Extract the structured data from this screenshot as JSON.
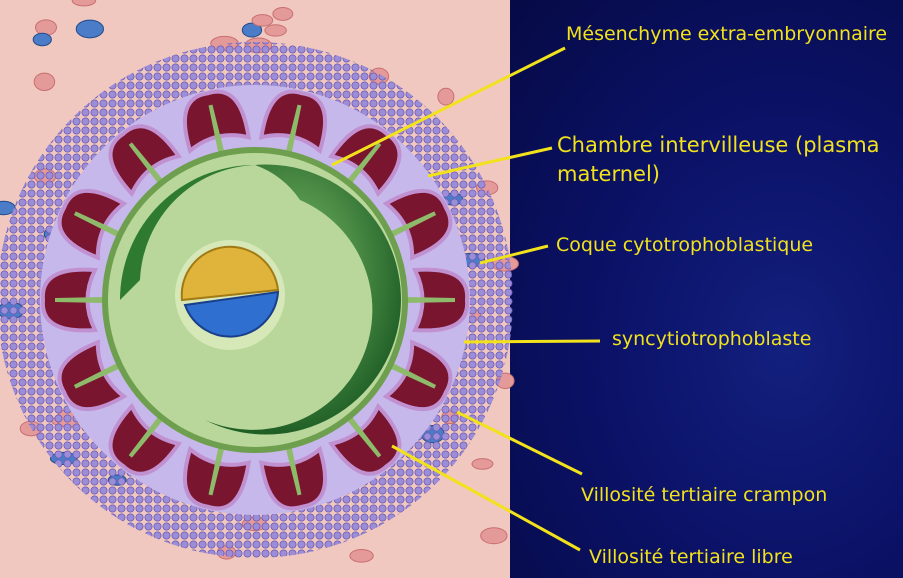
{
  "labels": {
    "mesenchyme": "Mésenchyme extra-embryonnaire",
    "chambre_line1": "Chambre intervilleuse (plasma",
    "chambre_line2": "maternel)",
    "coque": "Coque cytotrophoblastique",
    "syncytio": "syncytiotrophoblaste",
    "crampon": "Villosité tertiaire crampon",
    "libre": "Villosité tertiaire libre"
  },
  "colors": {
    "label": "#f2e21b",
    "background": "#0b1268",
    "tissue": "#f2c9c0",
    "cytotrophoblast": "#8a7cc8",
    "villus": "#7a1530",
    "mesenchyme": "#3f8a3a"
  }
}
